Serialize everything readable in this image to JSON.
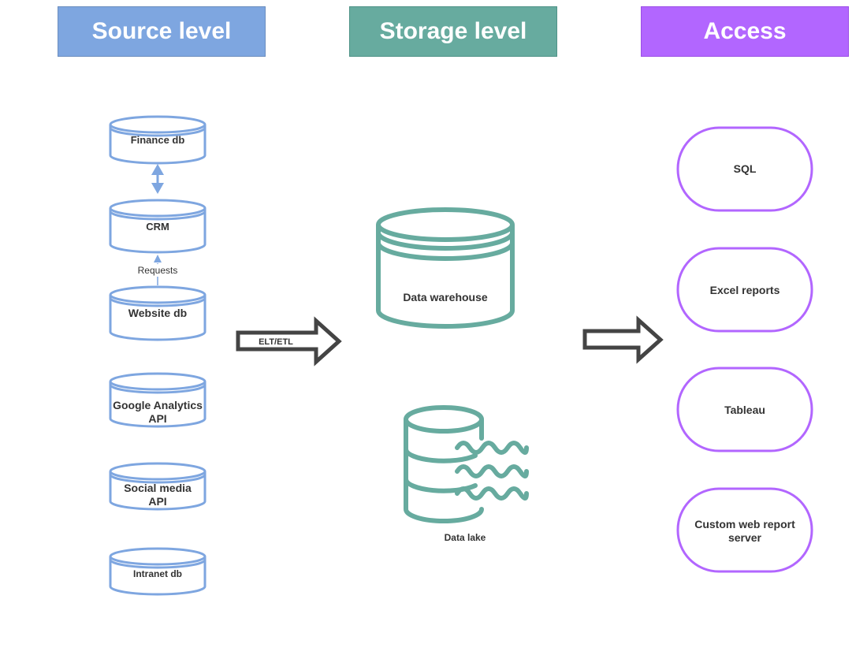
{
  "headers": {
    "source": "Source level",
    "storage": "Storage level",
    "access": "Access"
  },
  "sources": {
    "finance": "Finance db",
    "crm": "CRM",
    "requests": "Requests",
    "website": "Website db",
    "ga_line1": "Google Analytics",
    "ga_line2": "API",
    "social_line1": "Social media",
    "social_line2": "API",
    "intranet": "Intranet db"
  },
  "transfer": {
    "etl_label": "ELT/ETL"
  },
  "storage": {
    "warehouse": "Data warehouse",
    "lake": "Data lake"
  },
  "access": {
    "sql": "SQL",
    "excel": "Excel reports",
    "tableau": "Tableau",
    "custom_line1": "Custom web report",
    "custom_line2": "server"
  },
  "colors": {
    "source": "#7ea6e0",
    "storage": "#67ab9f",
    "access": "#b266ff",
    "arrow": "#444444",
    "text": "#333333"
  }
}
